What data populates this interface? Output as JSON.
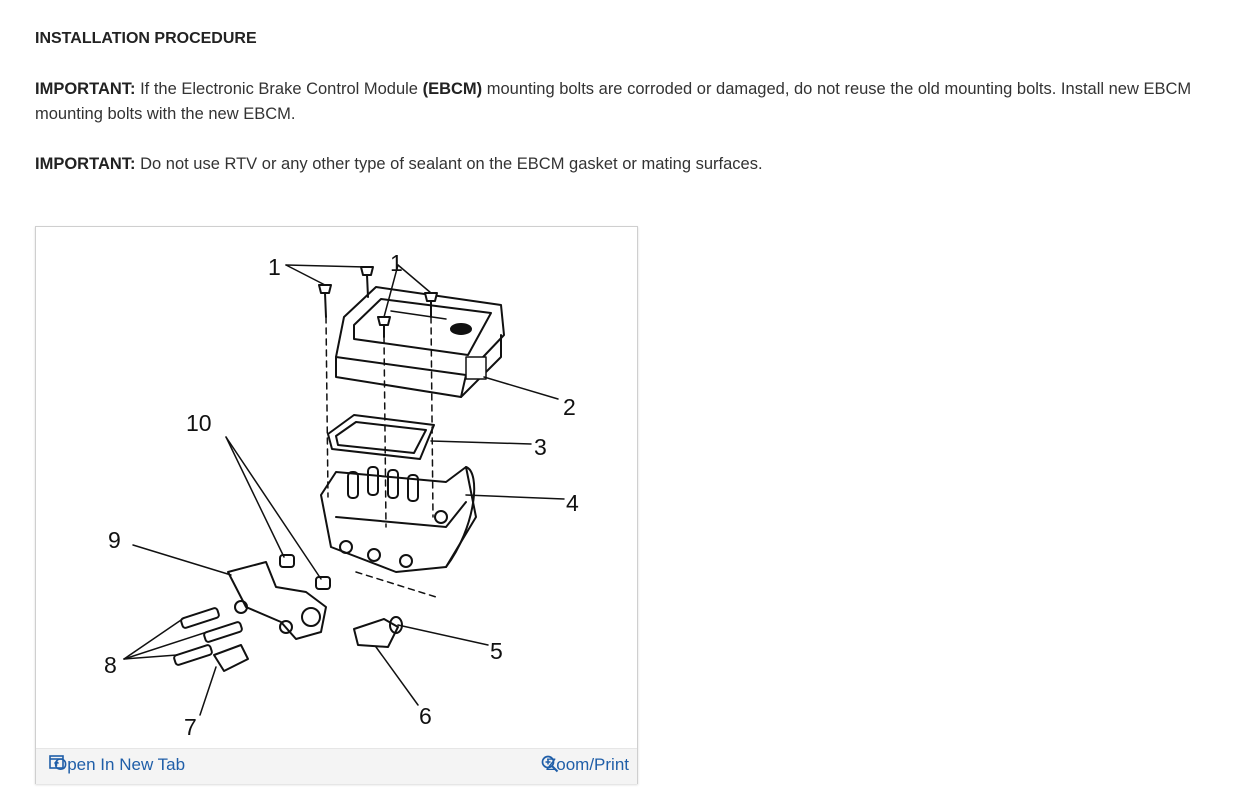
{
  "heading": "INSTALLATION PROCEDURE",
  "note1": {
    "label": "IMPORTANT:",
    "text_a": " If the Electronic Brake Control Module ",
    "bold": "(EBCM)",
    "text_b": " mounting bolts are corroded or damaged, do not reuse the old mounting bolts. Install new EBCM mounting bolts with the new EBCM."
  },
  "note2": {
    "label": "IMPORTANT:",
    "text": " Do not use RTV or any other type of sealant on the EBCM gasket or mating surfaces."
  },
  "figure": {
    "callouts": [
      "1",
      "1",
      "2",
      "3",
      "4",
      "5",
      "6",
      "7",
      "8",
      "9",
      "10"
    ],
    "open_label": "Open In New Tab",
    "zoom_label": "Zoom/Print",
    "open_icon": "open-in-new-tab-icon",
    "zoom_icon": "magnifier-zoom-icon",
    "link_color": "#1f5ea8"
  }
}
